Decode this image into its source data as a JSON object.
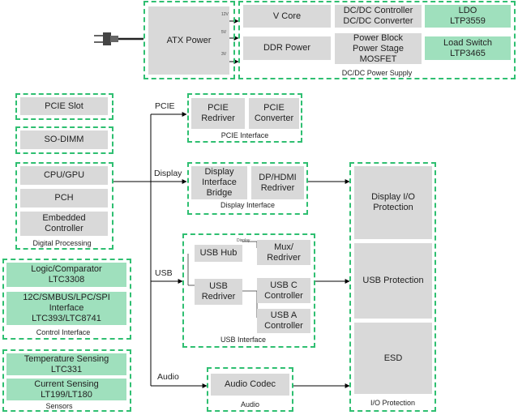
{
  "power": {
    "atx": "ATX Power",
    "volts": [
      "12V",
      "5V",
      "3V"
    ],
    "vcore": "V Core",
    "ddr": "DDR Power",
    "dcdc_ctrl": "DC/DC Controller\nDC/DC Converter",
    "power_block": "Power Block\nPower Stage\nMOSFET",
    "ldo": "LDO\nLTP3559",
    "load_switch": "Load Switch\nLTP3465",
    "supply_caption": "DC/DC Power Supply"
  },
  "left": {
    "pcie_slot": "PCIE Slot",
    "sodimm": "SO-DIMM",
    "cpu": "CPU/GPU",
    "pch": "PCH",
    "embedded": "Embedded\nController",
    "dp_caption": "Digital Processing",
    "logic": "Logic/Comparator\nLTC3308",
    "i2c": "12C/SMBUS/LPC/SPI\nInterface\nLTC393/LTC8741",
    "ctrl_caption": "Control Interface",
    "temp": "Temperature Sensing\nLTC331",
    "current": "Current Sensing\nLT199/LT180",
    "sensors_caption": "Sensors"
  },
  "bus_labels": {
    "pcie": "PCIE",
    "display": "Display",
    "usb": "USB",
    "audio": "Audio"
  },
  "pcie_if": {
    "redriver": "PCIE\nRedriver",
    "converter": "PCIE\nConverter",
    "caption": "PCIE Interface"
  },
  "display_if": {
    "bridge": "Display\nInterface\nBridge",
    "dp": "DP/HDMI\nRedriver",
    "caption": "Display Interface"
  },
  "usb_if": {
    "hub": "USB Hub",
    "redriver": "USB\nRedriver",
    "mux": "Mux/\nRedriver",
    "c_ctrl": "USB C\nController",
    "a_ctrl": "USB A\nController",
    "display_tag": "Display",
    "caption": "USB Interface"
  },
  "audio_if": {
    "codec": "Audio Codec",
    "caption": "Audio"
  },
  "io": {
    "display": "Display I/O\nProtection",
    "usb": "USB Protection",
    "esd": "ESD",
    "caption": "I/O Protection"
  },
  "colors": {
    "box_gray": "#d9d9d9",
    "box_green": "#9fe0bd",
    "dash_green": "#2fbf71"
  }
}
